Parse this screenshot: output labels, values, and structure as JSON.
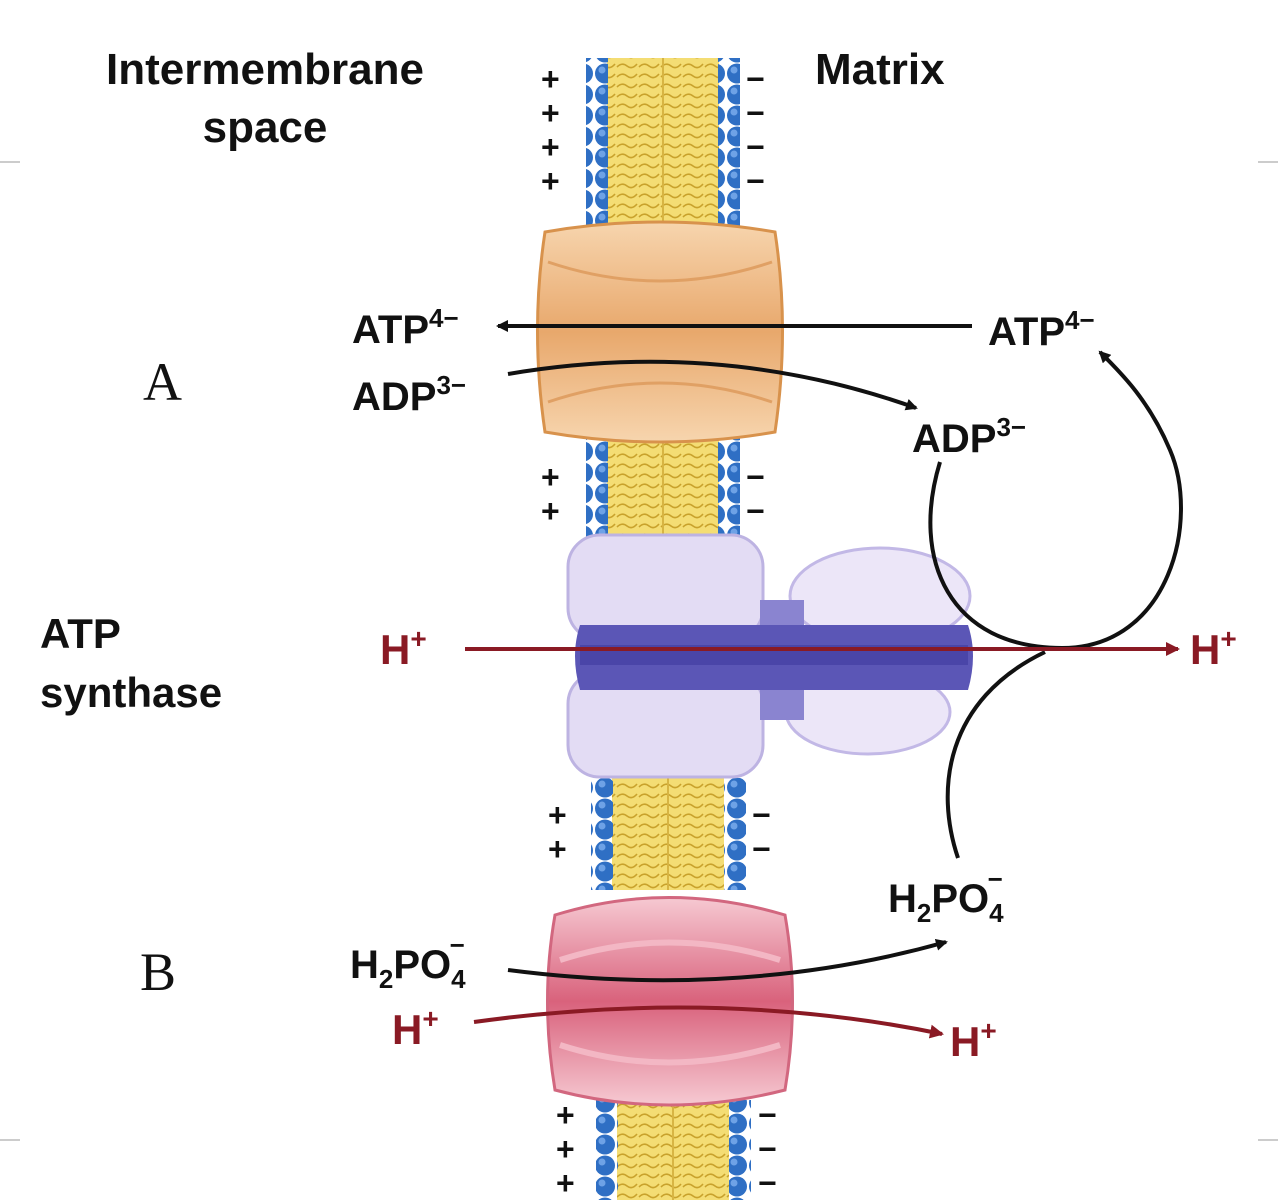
{
  "labels": {
    "intermembrane_line1": "Intermembrane",
    "intermembrane_line2": "space",
    "matrix": "Matrix",
    "section_a": "A",
    "section_b": "B",
    "atp_synthase_line1": "ATP",
    "atp_synthase_line2": "synthase"
  },
  "species": {
    "atp_base": "ATP",
    "atp_charge": "4−",
    "adp_base": "ADP",
    "adp_charge": "3−",
    "h_base": "H",
    "h_charge": "+",
    "phosphate_h": "H",
    "phosphate_h_sub": "2",
    "phosphate_po": "PO",
    "phosphate_sub": "4",
    "phosphate_charge": "−"
  },
  "charges": {
    "positive": "+",
    "negative": "−"
  },
  "colors": {
    "lipid_head": "#2f6fc4",
    "lipid_tail": "#f2d45c",
    "atp_adp_translocase": "#f0b67e",
    "atp_synthase": "#d8d0ef",
    "atp_synthase_core": "#5b56b6",
    "phosphate_translocase": "#e58a9e",
    "proton_arrow": "#8a1a24",
    "arrow": "#111111"
  }
}
